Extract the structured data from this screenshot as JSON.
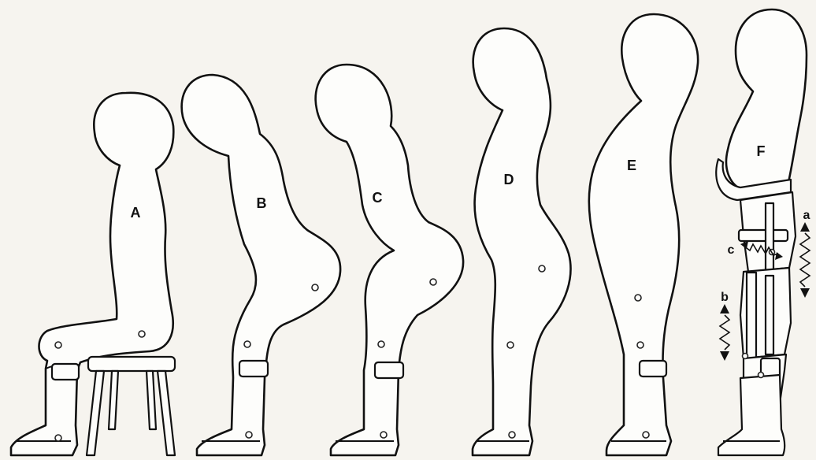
{
  "figures": [
    {
      "id": "A",
      "label": "A"
    },
    {
      "id": "B",
      "label": "B"
    },
    {
      "id": "C",
      "label": "C"
    },
    {
      "id": "D",
      "label": "D"
    },
    {
      "id": "E",
      "label": "E"
    },
    {
      "id": "F",
      "label": "F"
    }
  ],
  "brace_labels": {
    "a": "a",
    "b": "b",
    "c": "c"
  }
}
